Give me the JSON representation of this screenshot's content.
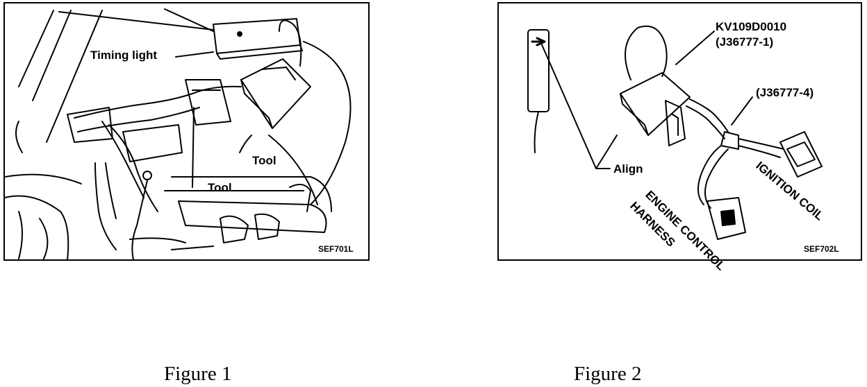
{
  "figure1": {
    "callouts": {
      "timing_light": "Timing light",
      "tool_upper": "Tool",
      "tool_lower": "Tool"
    },
    "code": "SEF701L",
    "caption": "Figure 1"
  },
  "figure2": {
    "callouts": {
      "tool_number": "KV109D0010",
      "tool_number_alt": "(J36777-1)",
      "adapter": "(J36777-4)",
      "align": "Align",
      "ignition_coil": "IGNITION COIL",
      "engine_control": "ENGINE CONTROL",
      "harness": "HARNESS"
    },
    "code": "SEF702L",
    "caption": "Figure 2"
  }
}
